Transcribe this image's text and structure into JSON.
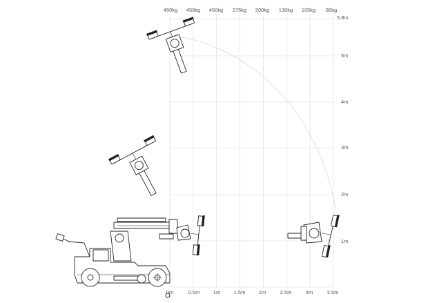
{
  "diagram": {
    "load_capacities": [
      "450kg",
      "450kg",
      "450kg",
      "275kg",
      "200kg",
      "130kg",
      "105kg",
      "85kg"
    ],
    "reach_labels": [
      "0m",
      "0.5m",
      "1m",
      "1.5m",
      "2m",
      "2.5m",
      "3m",
      "3.5m"
    ],
    "height_labels": [
      "1m",
      "2m",
      "3m",
      "4m",
      "5m",
      "5.8m"
    ],
    "reach_values_m": [
      0,
      0.5,
      1,
      1.5,
      2,
      2.5,
      3,
      3.5
    ],
    "height_values_m": [
      1,
      2,
      3,
      4,
      5,
      5.8
    ],
    "machine_poses": [
      "top",
      "mid",
      "extended-left",
      "extended-right"
    ],
    "colors": {
      "grid": "#d8d8d8",
      "text": "#555555",
      "machine": "#222222"
    }
  }
}
